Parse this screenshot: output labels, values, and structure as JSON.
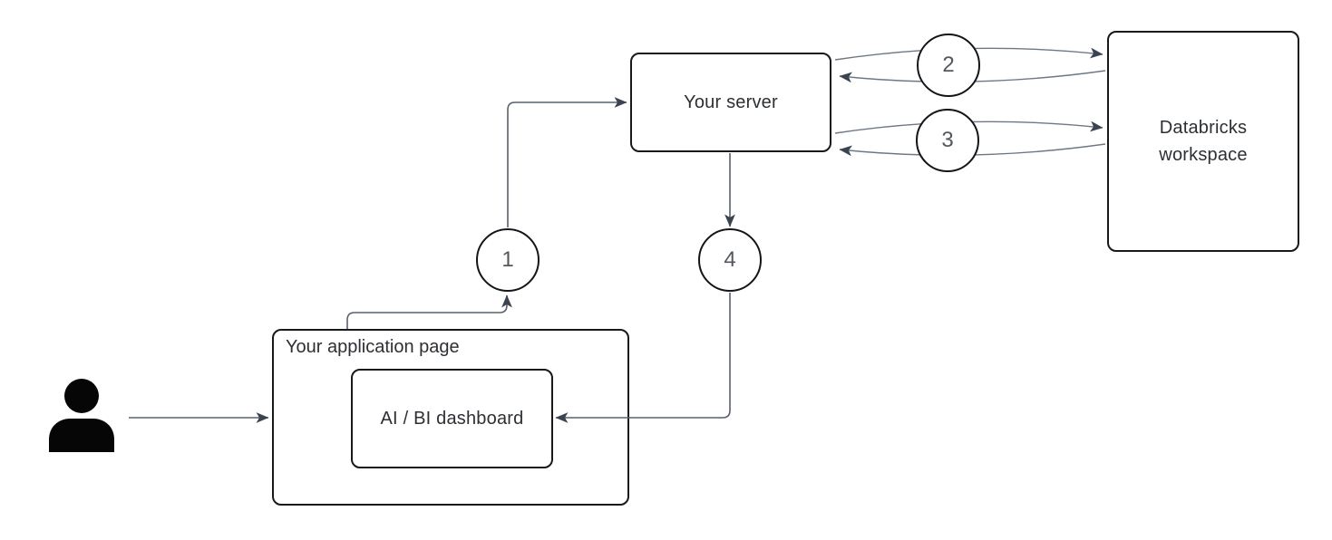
{
  "diagram": {
    "background": "#ffffff",
    "colors": {
      "box_border": "#17191c",
      "straight_connector": "#59606c",
      "curved_connector": "#6e7884",
      "arrowhead": "#3c4350",
      "label_text": "#2c3034",
      "step_text": "#52585f",
      "person_fill": "#060606"
    },
    "nodes": {
      "user": {
        "icon": "person-icon"
      },
      "app_page": {
        "label": "Your application page"
      },
      "dashboard": {
        "label": "AI / BI dashboard"
      },
      "server": {
        "label": "Your server"
      },
      "databricks": {
        "label": "Databricks workspace"
      }
    },
    "steps": [
      {
        "number": "1"
      },
      {
        "number": "2"
      },
      {
        "number": "3"
      },
      {
        "number": "4"
      }
    ],
    "edges": [
      {
        "from": "user",
        "to": "app_page",
        "step": null,
        "bidirectional": false
      },
      {
        "from": "app_page",
        "to": "server",
        "step": "1",
        "bidirectional": false
      },
      {
        "from": "server",
        "to": "databricks",
        "step": "2",
        "bidirectional": true
      },
      {
        "from": "server",
        "to": "databricks",
        "step": "3",
        "bidirectional": true
      },
      {
        "from": "server",
        "to": "dashboard",
        "step": "4",
        "bidirectional": false
      }
    ]
  }
}
